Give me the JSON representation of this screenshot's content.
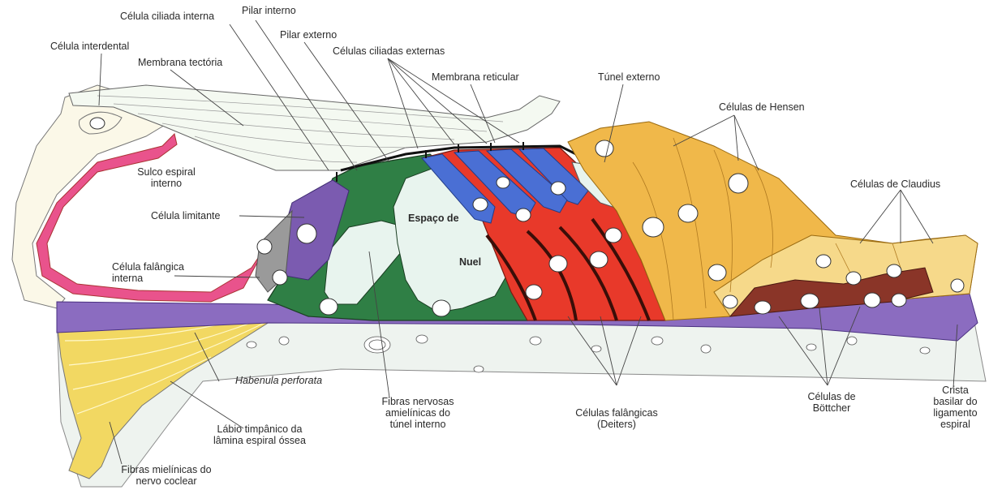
{
  "colors": {
    "pink": "#e9538c",
    "purple": "#7b5bb0",
    "green": "#2f7f45",
    "blue": "#4a6fd4",
    "red": "#e8392a",
    "yellow": "#f2cf5a",
    "orange": "#f0b84a",
    "brown": "#8a3528",
    "lavender": "#8b6cc0"
  },
  "labels": {
    "celula_ciliada_interna": "Célula ciliada interna",
    "pilar_interno": "Pilar interno",
    "pilar_externo": "Pilar externo",
    "celula_interdental": "Célula interdental",
    "membrana_tectoria": "Membrana tectória",
    "celulas_ciliadas_externas": "Células ciliadas externas",
    "membrana_reticular": "Membrana reticular",
    "tunel_externo": "Túnel externo",
    "celulas_hensen": "Células de Hensen",
    "sulco_espiral_1": "Sulco espiral",
    "sulco_espiral_2": "interno",
    "celulas_claudius": "Células de Claudius",
    "celula_limitante": "Célula limitante",
    "espaco_de": "Espaço de",
    "nuel": "Nuel",
    "falangica_interna_1": "Célula falângica",
    "falangica_interna_2": "interna",
    "habenula": "Habenula perforata",
    "fibras_nervosas_1": "Fibras nervosas",
    "fibras_nervosas_2": "amielínicas do",
    "fibras_nervosas_3": "túnel interno",
    "deiters_1": "Células falângicas",
    "deiters_2": "(Deiters)",
    "bottcher_1": "Células de",
    "bottcher_2": "Böttcher",
    "crista_1": "Crista",
    "crista_2": "basilar do",
    "crista_3": "ligamento",
    "crista_4": "espiral",
    "labio_1": "Lábio timpânico da",
    "labio_2": "lâmina espiral óssea",
    "fibras_mielinicas_1": "Fibras mielínicas do",
    "fibras_mielinicas_2": "nervo coclear"
  }
}
